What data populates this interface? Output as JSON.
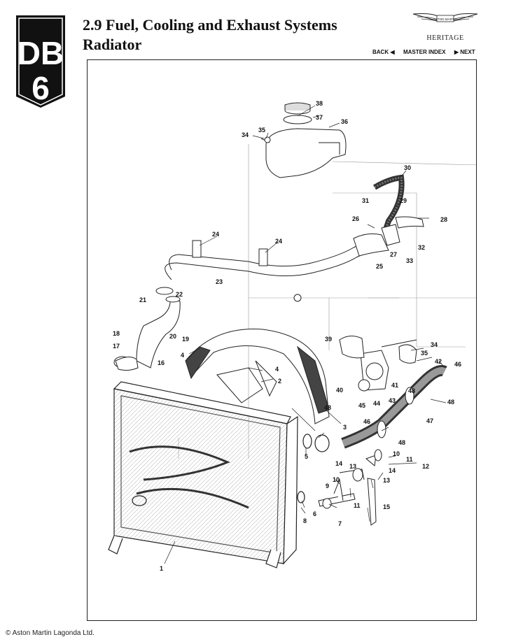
{
  "header": {
    "logo": {
      "letters": "DB",
      "numeral": "6"
    },
    "title_line1": "2.9 Fuel, Cooling and Exhaust Systems",
    "title_line2": "Radiator",
    "brand_badge": "ASTON MARTIN",
    "brand_sub": "HERITAGE"
  },
  "nav": {
    "back": "BACK",
    "back_icon": "triangle-left-icon",
    "master_index": "MASTER INDEX",
    "next": "NEXT",
    "next_icon": "triangle-right-icon"
  },
  "diagram": {
    "labels": [
      "1",
      "2",
      "3",
      "4",
      "4",
      "5",
      "6",
      "7",
      "8",
      "9",
      "10",
      "10",
      "11",
      "11",
      "12",
      "13",
      "13",
      "14",
      "14",
      "15",
      "16",
      "17",
      "18",
      "19",
      "20",
      "21",
      "22",
      "23",
      "24",
      "24",
      "25",
      "26",
      "27",
      "28",
      "29",
      "30",
      "31",
      "32",
      "33",
      "34",
      "34",
      "35",
      "35",
      "36",
      "37",
      "38",
      "39",
      "40",
      "41",
      "42",
      "43",
      "44",
      "45",
      "46",
      "46",
      "47",
      "48",
      "48",
      "48",
      "48"
    ]
  },
  "footer": {
    "copyright": "© Aston Martin Lagonda Ltd."
  }
}
